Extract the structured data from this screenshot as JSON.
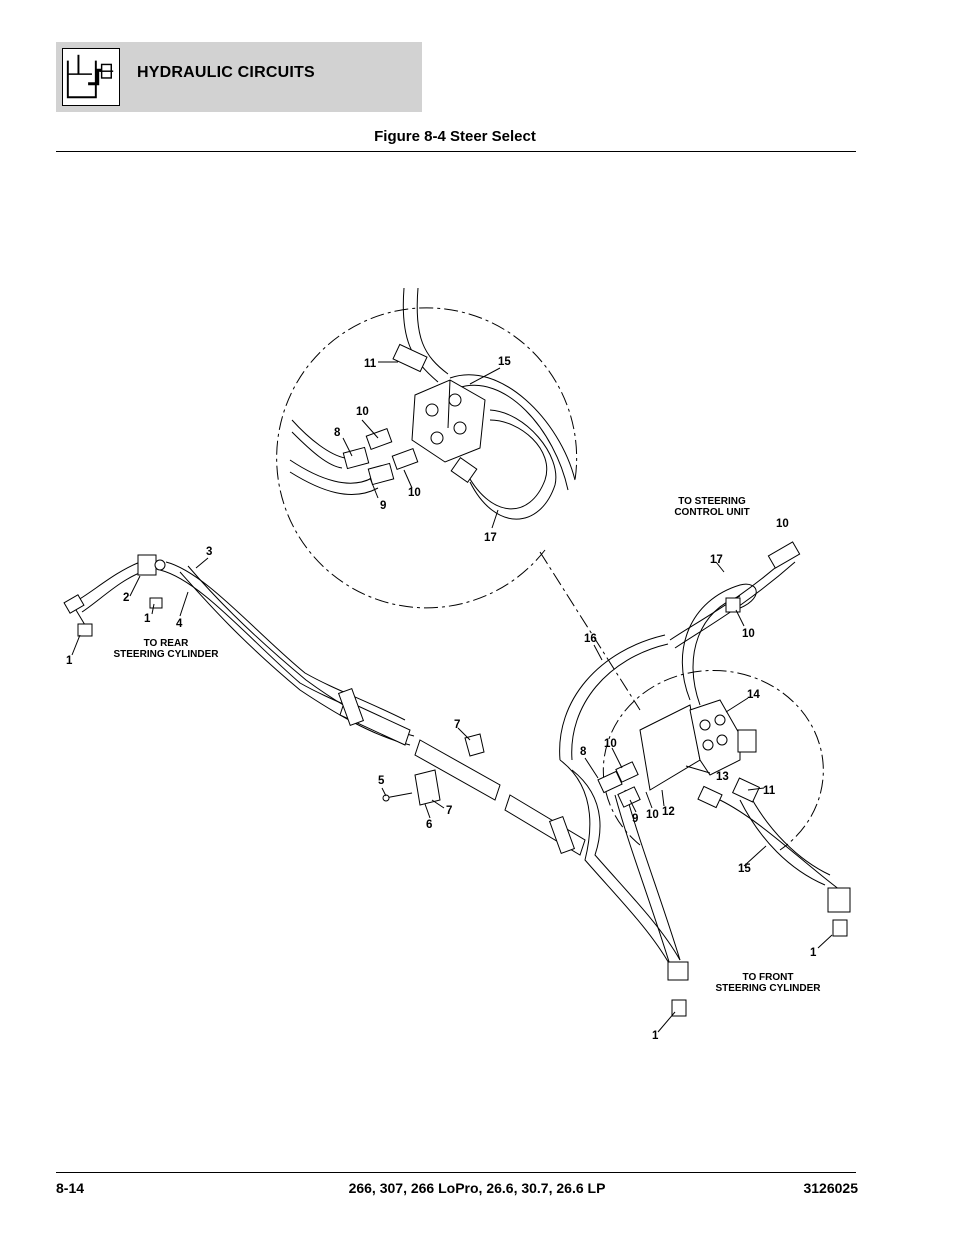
{
  "header": {
    "section_title": "HYDRAULIC CIRCUITS",
    "icon": "hydraulic-reservoir-icon"
  },
  "figure": {
    "title": "Figure 8-4 Steer Select",
    "notes": {
      "to_steering_control_line1": "TO STEERING",
      "to_steering_control_line2": "CONTROL UNIT",
      "to_rear_line1": "TO REAR",
      "to_rear_line2": "STEERING CYLINDER",
      "to_front_line1": "TO FRONT",
      "to_front_line2": "STEERING CYLINDER"
    },
    "callouts": {
      "d11": "11",
      "d15": "15",
      "d10a": "10",
      "d8": "8",
      "d9": "9",
      "d10b": "10",
      "d17": "17",
      "l3": "3",
      "l2": "2",
      "l1a": "1",
      "l4": "4",
      "l1b": "1",
      "c7a": "7",
      "c5": "5",
      "c6": "6",
      "c7b": "7",
      "r10a": "10",
      "r17": "17",
      "r10b": "10",
      "r16": "16",
      "r14": "14",
      "r8": "8",
      "r10c": "10",
      "r13": "13",
      "r11": "11",
      "r9": "9",
      "r10d": "10",
      "r12": "12",
      "r15": "15",
      "r1a": "1",
      "r1b": "1"
    }
  },
  "footer": {
    "page_number": "8-14",
    "models": "266, 307, 266 LoPro, 26.6, 30.7, 26.6 LP",
    "doc_number": "3126025"
  }
}
